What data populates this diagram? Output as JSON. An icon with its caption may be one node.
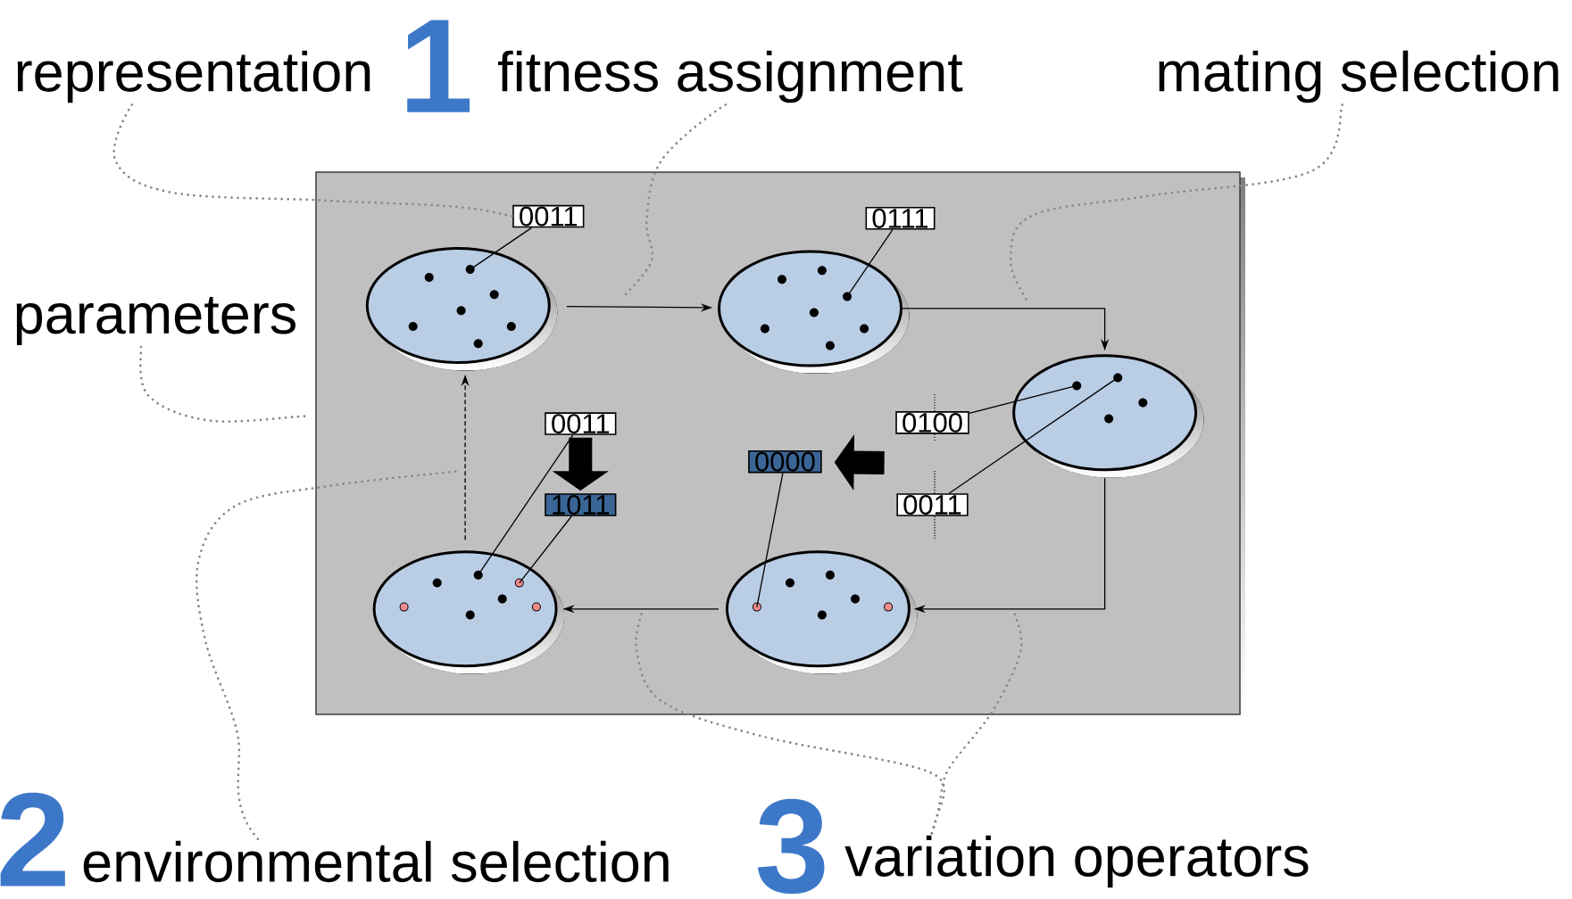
{
  "diagram": {
    "nodes": [
      {
        "text": [
          "representation"
        ]
      },
      {
        "text": [
          "fitness assignment"
        ]
      },
      {
        "text": [
          "mating selection"
        ]
      },
      {
        "text": [
          "parameters"
        ]
      },
      {
        "text": [
          "environmental selection"
        ]
      },
      {
        "text": [
          "variation operators"
        ]
      },
      {
        "text": [],
        "shape": "box"
      },
      {
        "text": [],
        "shape": "ellipse",
        "in": 6
      },
      {
        "text": [],
        "shape": "ellipse",
        "in": 6
      },
      {
        "text": [],
        "shape": "ellipse",
        "in": 6
      },
      {
        "text": [],
        "shape": "ellipse",
        "in": 6
      },
      {
        "text": [],
        "shape": "ellipse",
        "in": 6
      },
      {
        "text": [
          "0011"
        ],
        "in": 6
      },
      {
        "text": [
          "0111"
        ],
        "in": 6
      },
      {
        "text": [
          "0100"
        ],
        "in": 6
      },
      {
        "text": [
          "0011"
        ],
        "in": 6
      },
      {
        "text": [
          "0011"
        ],
        "in": 6
      },
      {
        "text": [
          "1011"
        ],
        "in": 6
      },
      {
        "text": [
          "0000"
        ],
        "in": 6
      }
    ],
    "edges": [
      {
        "from": 7,
        "to": 8,
        "arrow": "to"
      },
      {
        "from": 8,
        "to": 9,
        "arrow": "to"
      },
      {
        "from": 9,
        "to": 10,
        "arrow": "to"
      },
      {
        "from": 10,
        "to": 11,
        "arrow": "to"
      },
      {
        "from": 11,
        "to": 7,
        "arrow": "to",
        "style": "dashed"
      },
      {
        "from": 12,
        "to": 7,
        "arrow": "none"
      },
      {
        "from": 13,
        "to": 8,
        "arrow": "none"
      },
      {
        "from": 14,
        "to": 9,
        "arrow": "none"
      },
      {
        "from": 15,
        "to": 9,
        "arrow": "none"
      },
      {
        "from": 16,
        "to": 11,
        "arrow": "none"
      },
      {
        "from": 17,
        "to": 11,
        "arrow": "none"
      },
      {
        "from": 18,
        "to": 10,
        "arrow": "none"
      },
      {
        "from": 16,
        "to": 17,
        "arrow": "to",
        "style": "thick"
      },
      {
        "from": null,
        "to": 18,
        "arrow": "to",
        "style": "thick"
      },
      {
        "from": 0,
        "to": 12,
        "arrow": "none",
        "style": "dashed",
        "color": "#888888"
      },
      {
        "from": 1,
        "to": null,
        "arrow": "none",
        "style": "dashed",
        "color": "#888888"
      },
      {
        "from": 2,
        "to": null,
        "arrow": "none",
        "style": "dashed",
        "color": "#888888"
      },
      {
        "from": 3,
        "to": 6,
        "arrow": "none",
        "style": "dashed",
        "color": "#888888"
      },
      {
        "from": 4,
        "to": null,
        "arrow": "none",
        "style": "dashed",
        "color": "#888888"
      },
      {
        "from": 5,
        "to": null,
        "arrow": "none",
        "style": "dashed",
        "color": "#888888"
      },
      {
        "from": 5,
        "to": null,
        "arrow": "none",
        "style": "dashed",
        "color": "#888888"
      }
    ],
    "labels": [
      "1",
      "2",
      "3"
    ]
  }
}
